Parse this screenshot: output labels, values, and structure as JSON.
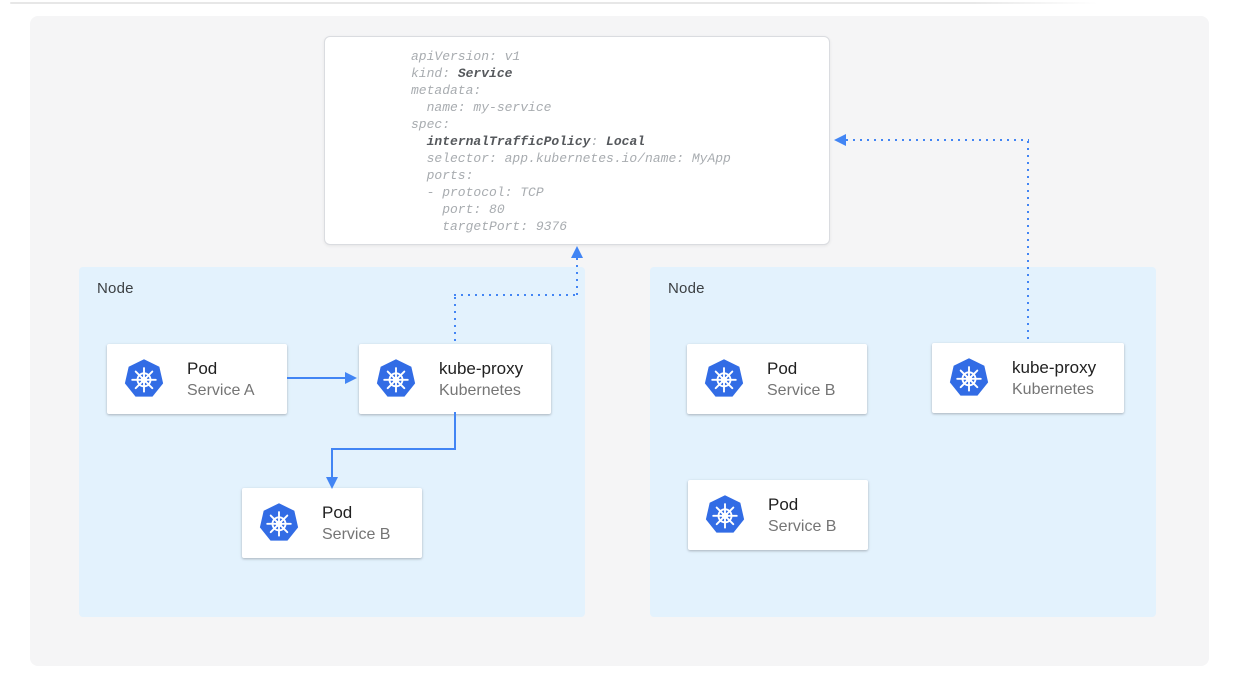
{
  "colors": {
    "accent_blue": "#4285F4",
    "kubernetes_blue": "#326CE5",
    "node_background": "#E3F2FD",
    "panel_background": "#F5F5F6",
    "code_text": "#A8ACB0",
    "code_text_bold": "#55585C"
  },
  "yaml": {
    "lines": [
      {
        "segments": [
          {
            "t": "apiVersion: v1"
          }
        ]
      },
      {
        "segments": [
          {
            "t": "kind: "
          },
          {
            "t": "Service"
          }
        ]
      },
      {
        "segments": [
          {
            "t": "metadata:"
          }
        ]
      },
      {
        "segments": [
          {
            "t": "  name: my-service"
          }
        ]
      },
      {
        "segments": [
          {
            "t": "spec:"
          }
        ]
      },
      {
        "segments": [
          {
            "t": "  "
          },
          {
            "t": "internalTrafficPolicy"
          },
          {
            "t": ": "
          },
          {
            "t": "Local"
          }
        ]
      },
      {
        "segments": [
          {
            "t": "  selector: app.kubernetes.io/name: MyApp"
          }
        ]
      },
      {
        "segments": [
          {
            "t": "  ports:"
          }
        ]
      },
      {
        "segments": [
          {
            "t": "  - protocol: TCP"
          }
        ]
      },
      {
        "segments": [
          {
            "t": "    port: 80"
          }
        ]
      },
      {
        "segments": [
          {
            "t": "    targetPort: 9376"
          }
        ]
      }
    ]
  },
  "nodes": [
    {
      "label": "Node",
      "cards": [
        {
          "title": "Pod",
          "subtitle": "Service A",
          "icon": "kubernetes-icon"
        },
        {
          "title": "kube-proxy",
          "subtitle": "Kubernetes",
          "icon": "kubernetes-icon"
        },
        {
          "title": "Pod",
          "subtitle": "Service B",
          "icon": "kubernetes-icon"
        }
      ]
    },
    {
      "label": "Node",
      "cards": [
        {
          "title": "Pod",
          "subtitle": "Service B",
          "icon": "kubernetes-icon"
        },
        {
          "title": "kube-proxy",
          "subtitle": "Kubernetes",
          "icon": "kubernetes-icon"
        },
        {
          "title": "Pod",
          "subtitle": "Service B",
          "icon": "kubernetes-icon"
        }
      ]
    }
  ]
}
